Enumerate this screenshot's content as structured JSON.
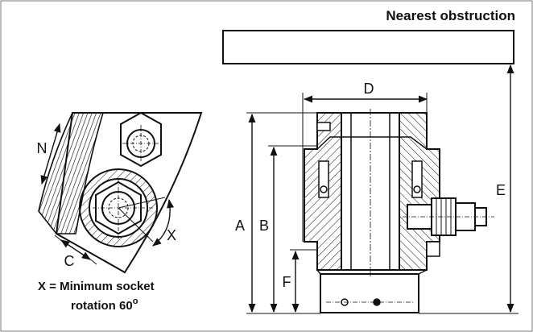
{
  "title": "Nearest obstruction",
  "dimensions": {
    "a": "A",
    "b": "B",
    "c": "C",
    "d": "D",
    "e": "E",
    "f": "F",
    "n": "N",
    "x": "X"
  },
  "note": {
    "line1": "X  =  Minimum socket",
    "line2": "rotation 60",
    "degree": "o"
  },
  "colors": {
    "ink": "#111111",
    "background": "#ffffff"
  }
}
